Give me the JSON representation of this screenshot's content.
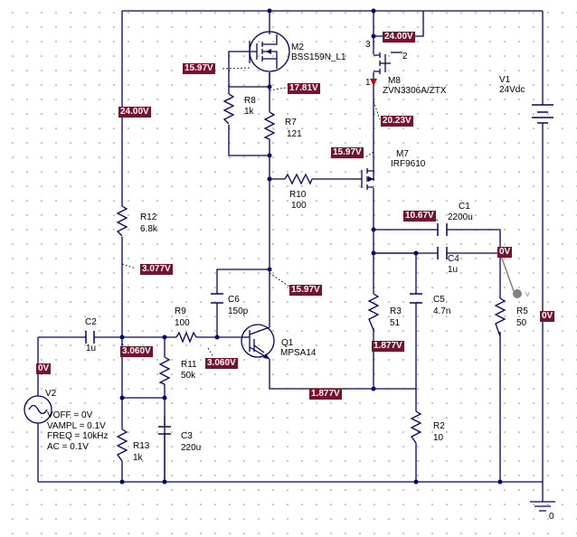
{
  "colors": {
    "wire": "#000080",
    "voltage_badge": "#7a1030",
    "badge_text": "#ffffff",
    "marker": "#808080"
  },
  "components": {
    "m2": {
      "ref": "M2",
      "value": "BSS159N_L1"
    },
    "m8": {
      "ref": "M8",
      "value": "ZVN3306A/ZTX",
      "pin3": "3",
      "pin2": "2",
      "pin1": "1"
    },
    "m7": {
      "ref": "M7",
      "value": "IRF9610"
    },
    "v1": {
      "ref": "V1",
      "value": "24Vdc"
    },
    "r8": {
      "ref": "R8",
      "value": "1k"
    },
    "r7": {
      "ref": "R7",
      "value": "121"
    },
    "r10": {
      "ref": "R10",
      "value": "100"
    },
    "r12": {
      "ref": "R12",
      "value": "6.8k"
    },
    "c1": {
      "ref": "C1",
      "value": "2200u"
    },
    "c4": {
      "ref": "C4",
      "value": "1u"
    },
    "c6": {
      "ref": "C6",
      "value": "150p"
    },
    "c2": {
      "ref": "C2",
      "value": "1u"
    },
    "r9": {
      "ref": "R9",
      "value": "100"
    },
    "q1": {
      "ref": "Q1",
      "value": "MPSA14"
    },
    "r3": {
      "ref": "R3",
      "value": "51"
    },
    "c5": {
      "ref": "C5",
      "value": "4.7n"
    },
    "r5": {
      "ref": "R5",
      "value": "50"
    },
    "r11": {
      "ref": "R11",
      "value": "50k"
    },
    "c3": {
      "ref": "C3",
      "value": "220u"
    },
    "r13": {
      "ref": "R13",
      "value": "1k"
    },
    "r2": {
      "ref": "R2",
      "value": "10"
    },
    "v2": {
      "ref": "V2",
      "voff": "VOFF = 0V",
      "vampl": "VAMPL = 0.1V",
      "freq": "FREQ = 10kHz",
      "ac": "AC = 0.1V"
    },
    "ground": {
      "label": "0"
    },
    "probe": {
      "label": "V"
    }
  },
  "voltages": {
    "m8_drain": "24.00V",
    "m2_gate": "15.97V",
    "m2_source": "17.81V",
    "supply_rail": "24.00V",
    "m7_source": "20.23V",
    "m7_gate": "15.97V",
    "c1_node": "10.67V",
    "output": "0V",
    "v1_minus": "0V",
    "r12_bottom": "3.077V",
    "q1_collector": "15.97V",
    "input": "0V",
    "bias_node": "3.060V",
    "q1_base": "3.060V",
    "r3_bottom": "1.877V",
    "emitter": "1.877V"
  }
}
